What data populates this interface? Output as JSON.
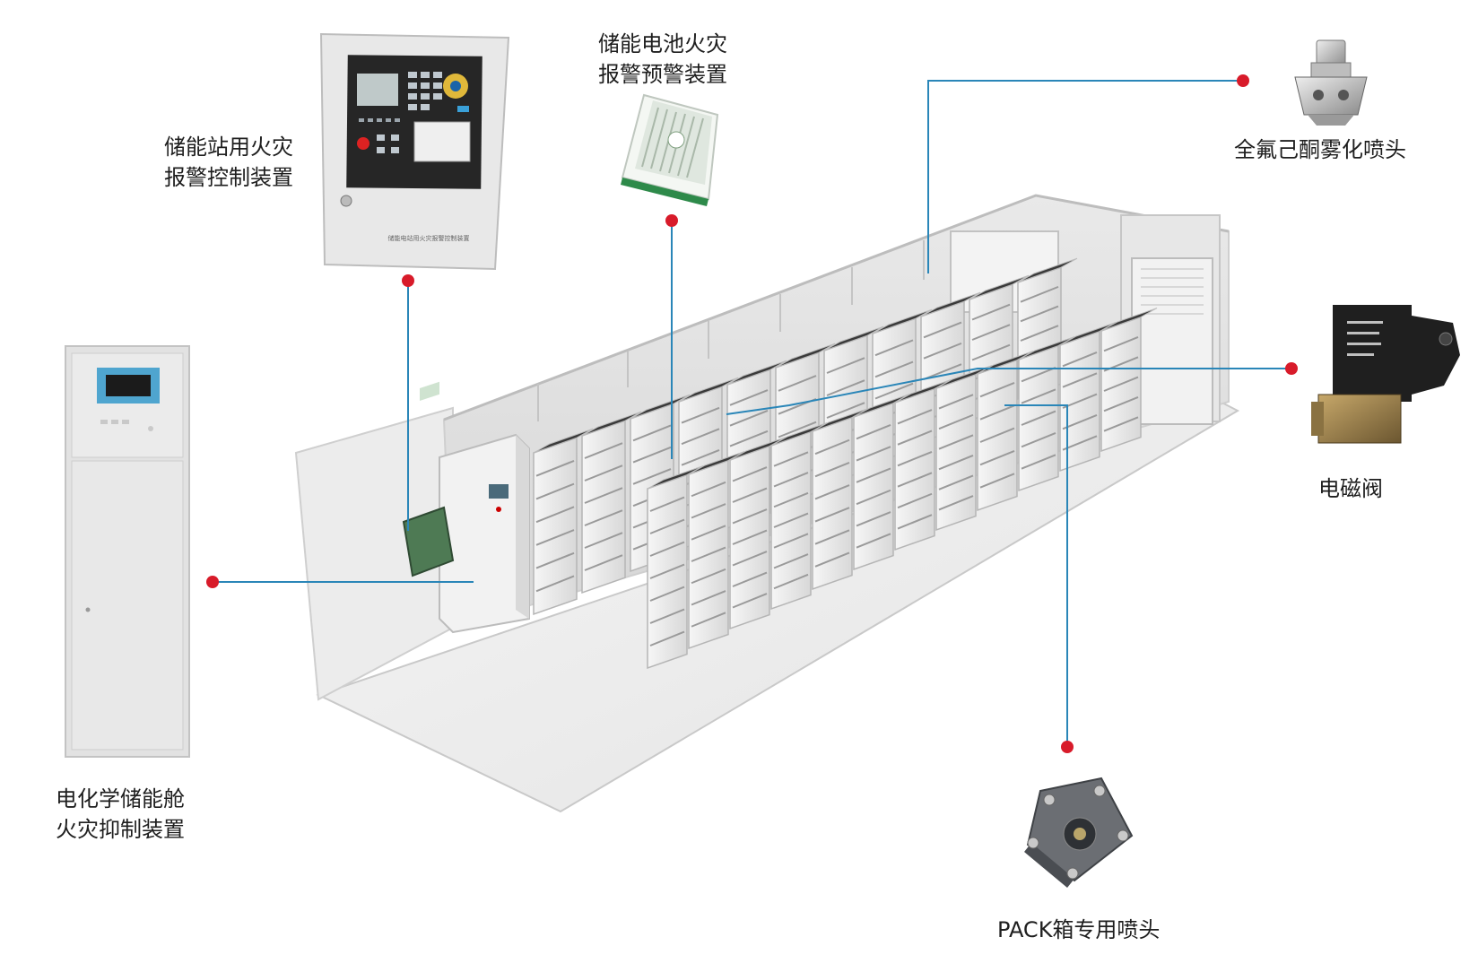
{
  "labels": {
    "control_device": [
      "储能站用火灾",
      "报警控制装置"
    ],
    "battery_warning": [
      "储能电池火灾",
      "报警预警装置"
    ],
    "nozzle_fk": "全氟己酮雾化喷头",
    "valve": "电磁阀",
    "suppression_cabinet": [
      "电化学储能舱",
      "火灾抑制装置"
    ],
    "pack_nozzle": "PACK箱专用喷头"
  },
  "panel_text": "储能电站用火灾报警控制装置",
  "colors": {
    "leader_line": "#2a86b8",
    "dot": "#d81b2a",
    "panel_frame": "#e3e3e3",
    "panel_screen": "#2a2a2a",
    "cabinet_gray": "#dcdcdc"
  }
}
